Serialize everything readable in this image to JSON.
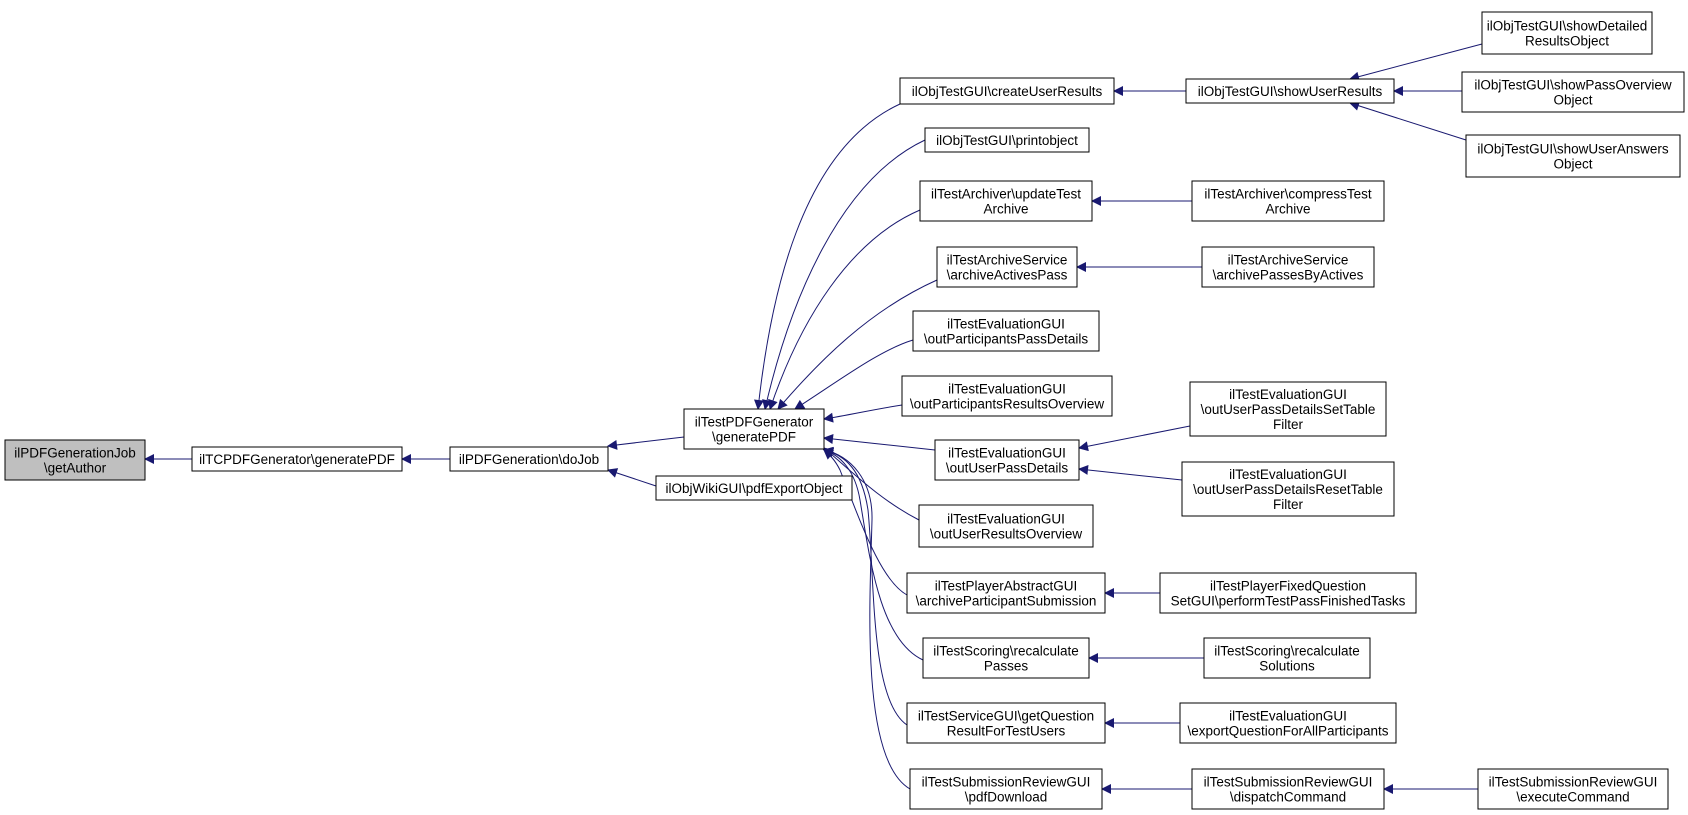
{
  "colors": {
    "edge": "#191970",
    "node_border": "#000000",
    "node_fill": "#ffffff",
    "root_fill": "#bfbfbf"
  },
  "nodes": [
    {
      "id": "n0",
      "lines": [
        "ilPDFGenerationJob",
        "\\getAuthor"
      ],
      "root": true
    },
    {
      "id": "n1",
      "lines": [
        "ilTCPDFGenerator\\generatePDF"
      ]
    },
    {
      "id": "n2",
      "lines": [
        "ilPDFGeneration\\doJob"
      ]
    },
    {
      "id": "n3",
      "lines": [
        "ilTestPDFGenerator",
        "\\generatePDF"
      ]
    },
    {
      "id": "n4",
      "lines": [
        "ilObjWikiGUI\\pdfExportObject"
      ]
    },
    {
      "id": "n5",
      "lines": [
        "ilObjTestGUI\\createUserResults"
      ]
    },
    {
      "id": "n6",
      "lines": [
        "ilObjTestGUI\\printobject"
      ]
    },
    {
      "id": "n7",
      "lines": [
        "ilTestArchiver\\updateTest",
        "Archive"
      ]
    },
    {
      "id": "n8",
      "lines": [
        "ilTestArchiveService",
        "\\archiveActivesPass"
      ]
    },
    {
      "id": "n9",
      "lines": [
        "ilTestEvaluationGUI",
        "\\outParticipantsPassDetails"
      ]
    },
    {
      "id": "n10",
      "lines": [
        "ilTestEvaluationGUI",
        "\\outParticipantsResultsOverview"
      ]
    },
    {
      "id": "n11",
      "lines": [
        "ilTestEvaluationGUI",
        "\\outUserPassDetails"
      ]
    },
    {
      "id": "n12",
      "lines": [
        "ilTestEvaluationGUI",
        "\\outUserResultsOverview"
      ]
    },
    {
      "id": "n13",
      "lines": [
        "ilTestPlayerAbstractGUI",
        "\\archiveParticipantSubmission"
      ]
    },
    {
      "id": "n14",
      "lines": [
        "ilTestScoring\\recalculate",
        "Passes"
      ]
    },
    {
      "id": "n15",
      "lines": [
        "ilTestServiceGUI\\getQuestion",
        "ResultForTestUsers"
      ]
    },
    {
      "id": "n16",
      "lines": [
        "ilTestSubmissionReviewGUI",
        "\\pdfDownload"
      ]
    },
    {
      "id": "n17",
      "lines": [
        "ilObjTestGUI\\showUserResults"
      ]
    },
    {
      "id": "n18",
      "lines": [
        "ilTestArchiver\\compressTest",
        "Archive"
      ]
    },
    {
      "id": "n19",
      "lines": [
        "ilTestArchiveService",
        "\\archivePassesByActives"
      ]
    },
    {
      "id": "n20",
      "lines": [
        "ilTestEvaluationGUI",
        "\\outUserPassDetailsSetTable",
        "Filter"
      ]
    },
    {
      "id": "n21",
      "lines": [
        "ilTestEvaluationGUI",
        "\\outUserPassDetailsResetTable",
        "Filter"
      ]
    },
    {
      "id": "n22",
      "lines": [
        "ilTestPlayerFixedQuestion",
        "SetGUI\\performTestPassFinishedTasks"
      ]
    },
    {
      "id": "n23",
      "lines": [
        "ilTestScoring\\recalculate",
        "Solutions"
      ]
    },
    {
      "id": "n24",
      "lines": [
        "ilTestEvaluationGUI",
        "\\exportQuestionForAllParticipants"
      ]
    },
    {
      "id": "n25",
      "lines": [
        "ilTestSubmissionReviewGUI",
        "\\dispatchCommand"
      ]
    },
    {
      "id": "n26",
      "lines": [
        "ilObjTestGUI\\showDetailed",
        "ResultsObject"
      ]
    },
    {
      "id": "n27",
      "lines": [
        "ilObjTestGUI\\showPassOverview",
        "Object"
      ]
    },
    {
      "id": "n28",
      "lines": [
        "ilObjTestGUI\\showUserAnswers",
        "Object"
      ]
    },
    {
      "id": "n29",
      "lines": [
        "ilTestSubmissionReviewGUI",
        "\\executeCommand"
      ]
    }
  ],
  "edges": [
    {
      "from": "n1",
      "to": "n0"
    },
    {
      "from": "n2",
      "to": "n1"
    },
    {
      "from": "n3",
      "to": "n2"
    },
    {
      "from": "n4",
      "to": "n2"
    },
    {
      "from": "n5",
      "to": "n3"
    },
    {
      "from": "n6",
      "to": "n3"
    },
    {
      "from": "n7",
      "to": "n3"
    },
    {
      "from": "n8",
      "to": "n3"
    },
    {
      "from": "n9",
      "to": "n3"
    },
    {
      "from": "n10",
      "to": "n3"
    },
    {
      "from": "n11",
      "to": "n3"
    },
    {
      "from": "n12",
      "to": "n3"
    },
    {
      "from": "n13",
      "to": "n3"
    },
    {
      "from": "n14",
      "to": "n3"
    },
    {
      "from": "n15",
      "to": "n3"
    },
    {
      "from": "n16",
      "to": "n3"
    },
    {
      "from": "n17",
      "to": "n5"
    },
    {
      "from": "n18",
      "to": "n7"
    },
    {
      "from": "n19",
      "to": "n8"
    },
    {
      "from": "n20",
      "to": "n11"
    },
    {
      "from": "n21",
      "to": "n11"
    },
    {
      "from": "n22",
      "to": "n13"
    },
    {
      "from": "n23",
      "to": "n14"
    },
    {
      "from": "n24",
      "to": "n15"
    },
    {
      "from": "n25",
      "to": "n16"
    },
    {
      "from": "n26",
      "to": "n17"
    },
    {
      "from": "n27",
      "to": "n17"
    },
    {
      "from": "n28",
      "to": "n17"
    },
    {
      "from": "n29",
      "to": "n25"
    }
  ]
}
